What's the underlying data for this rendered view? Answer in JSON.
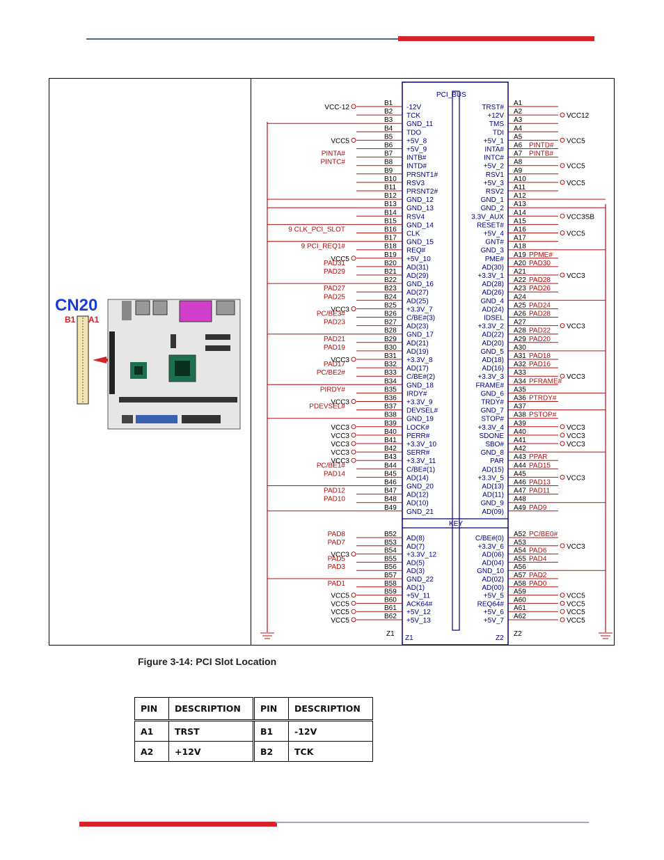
{
  "figure": {
    "caption": "Figure 3-14: PCI Slot Location",
    "board_label": "CN20",
    "board_pin_b1": "B1",
    "board_pin_a1": "A1",
    "schematic": {
      "title": "PCI_BUS",
      "key_label": "KEY",
      "z1": "Z1",
      "z2": "Z2",
      "z1_inner": "Z1",
      "z2_inner": "Z2",
      "b_pins": [
        [
          "B1",
          "-12V",
          "VCC-12"
        ],
        [
          "B2",
          "TCK",
          ""
        ],
        [
          "B3",
          "GND_11",
          ""
        ],
        [
          "B4",
          "TDO",
          ""
        ],
        [
          "B5",
          "+5V_8",
          "VCC5"
        ],
        [
          "B6",
          "+5V_9",
          ""
        ],
        [
          "B7",
          "INTB#",
          "PINTA#"
        ],
        [
          "B8",
          "INTD#",
          "PINTC#"
        ],
        [
          "B9",
          "PRSNT1#",
          ""
        ],
        [
          "B10",
          "RSV3",
          ""
        ],
        [
          "B11",
          "PRSNT2#",
          ""
        ],
        [
          "B12",
          "GND_12",
          ""
        ],
        [
          "B13",
          "GND_13",
          ""
        ],
        [
          "B14",
          "RSV4",
          ""
        ],
        [
          "B15",
          "GND_14",
          ""
        ],
        [
          "B16",
          "CLK",
          "9 CLK_PCI_SLOT"
        ],
        [
          "B17",
          "GND_15",
          ""
        ],
        [
          "B18",
          "REQ#",
          "9 PCI_REQ1#"
        ],
        [
          "B19",
          "+5V_10",
          "VCC5"
        ],
        [
          "B20",
          "AD(31)",
          "PAD31"
        ],
        [
          "B21",
          "AD(29)",
          "PAD29"
        ],
        [
          "B22",
          "GND_16",
          ""
        ],
        [
          "B23",
          "AD(27)",
          "PAD27"
        ],
        [
          "B24",
          "AD(25)",
          "PAD25"
        ],
        [
          "B25",
          "+3.3V_7",
          "VCC3"
        ],
        [
          "B26",
          "C/BE#(3)",
          "PC/BE3#"
        ],
        [
          "B27",
          "AD(23)",
          "PAD23"
        ],
        [
          "B28",
          "GND_17",
          ""
        ],
        [
          "B29",
          "AD(21)",
          "PAD21"
        ],
        [
          "B30",
          "AD(19)",
          "PAD19"
        ],
        [
          "B31",
          "+3.3V_8",
          "VCC3"
        ],
        [
          "B32",
          "AD(17)",
          "PAD17"
        ],
        [
          "B33",
          "C/BE#(2)",
          "PC/BE2#"
        ],
        [
          "B34",
          "GND_18",
          ""
        ],
        [
          "B35",
          "IRDY#",
          "PIRDY#"
        ],
        [
          "B36",
          "+3.3V_9",
          "VCC3"
        ],
        [
          "B37",
          "DEVSEL#",
          "PDEVSEL#"
        ],
        [
          "B38",
          "GND_19",
          ""
        ],
        [
          "B39",
          "LOCK#",
          "VCC3"
        ],
        [
          "B40",
          "PERR#",
          "VCC3"
        ],
        [
          "B41",
          "+3.3V_10",
          "VCC3"
        ],
        [
          "B42",
          "SERR#",
          "VCC3"
        ],
        [
          "B43",
          "+3.3V_11",
          "VCC3"
        ],
        [
          "B44",
          "C/BE#(1)",
          "PC/BE1#"
        ],
        [
          "B45",
          "AD(14)",
          "PAD14"
        ],
        [
          "B46",
          "GND_20",
          ""
        ],
        [
          "B47",
          "AD(12)",
          "PAD12"
        ],
        [
          "B48",
          "AD(10)",
          "PAD10"
        ],
        [
          "B49",
          "GND_21",
          ""
        ],
        [
          "B52",
          "AD(8)",
          "PAD8"
        ],
        [
          "B53",
          "AD(7)",
          "PAD7"
        ],
        [
          "B54",
          "+3.3V_12",
          "VCC3"
        ],
        [
          "B55",
          "AD(5)",
          "PAD5"
        ],
        [
          "B56",
          "AD(3)",
          "PAD3"
        ],
        [
          "B57",
          "GND_22",
          ""
        ],
        [
          "B58",
          "AD(1)",
          "PAD1"
        ],
        [
          "B59",
          "+5V_11",
          "VCC5"
        ],
        [
          "B60",
          "ACK64#",
          "VCC5"
        ],
        [
          "B61",
          "+5V_12",
          "VCC5"
        ],
        [
          "B62",
          "+5V_13",
          "VCC5"
        ]
      ],
      "a_pins": [
        [
          "A1",
          "TRST#",
          ""
        ],
        [
          "A2",
          "+12V",
          "VCC12"
        ],
        [
          "A3",
          "TMS",
          ""
        ],
        [
          "A4",
          "TDI",
          ""
        ],
        [
          "A5",
          "+5V_1",
          "VCC5"
        ],
        [
          "A6",
          "INTA#",
          "PINTD#"
        ],
        [
          "A7",
          "INTC#",
          "PINTB#"
        ],
        [
          "A8",
          "+5V_2",
          "VCC5"
        ],
        [
          "A9",
          "RSV1",
          ""
        ],
        [
          "A10",
          "+5V_3",
          "VCC5"
        ],
        [
          "A11",
          "RSV2",
          ""
        ],
        [
          "A12",
          "GND_1",
          ""
        ],
        [
          "A13",
          "GND_2",
          ""
        ],
        [
          "A14",
          "3.3V_AUX",
          "VCC3SB"
        ],
        [
          "A15",
          "RESET#",
          ""
        ],
        [
          "A16",
          "+5V_4",
          "VCC5"
        ],
        [
          "A17",
          "GNT#",
          ""
        ],
        [
          "A18",
          "GND_3",
          ""
        ],
        [
          "A19",
          "PME#",
          "PPME#"
        ],
        [
          "A20",
          "AD(30)",
          "PAD30"
        ],
        [
          "A21",
          "+3.3V_1",
          "VCC3"
        ],
        [
          "A22",
          "AD(28)",
          "PAD28"
        ],
        [
          "A23",
          "AD(26)",
          "PAD26"
        ],
        [
          "A24",
          "GND_4",
          ""
        ],
        [
          "A25",
          "AD(24)",
          "PAD24"
        ],
        [
          "A26",
          "IDSEL",
          "PAD28"
        ],
        [
          "A27",
          "+3.3V_2",
          "VCC3"
        ],
        [
          "A28",
          "AD(22)",
          "PAD22"
        ],
        [
          "A29",
          "AD(20)",
          "PAD20"
        ],
        [
          "A30",
          "GND_5",
          ""
        ],
        [
          "A31",
          "AD(18)",
          "PAD18"
        ],
        [
          "A32",
          "AD(16)",
          "PAD16"
        ],
        [
          "A33",
          "+3.3V_3",
          "VCC3"
        ],
        [
          "A34",
          "FRAME#",
          "PFRAME#"
        ],
        [
          "A35",
          "GND_6",
          ""
        ],
        [
          "A36",
          "TRDY#",
          "PTRDY#"
        ],
        [
          "A37",
          "GND_7",
          ""
        ],
        [
          "A38",
          "STOP#",
          "PSTOP#"
        ],
        [
          "A39",
          "+3.3V_4",
          "VCC3"
        ],
        [
          "A40",
          "SDONE",
          "VCC3"
        ],
        [
          "A41",
          "SBO#",
          "VCC3"
        ],
        [
          "A42",
          "GND_8",
          ""
        ],
        [
          "A43",
          "PAR",
          "PPAR"
        ],
        [
          "A44",
          "AD(15)",
          "PAD15"
        ],
        [
          "A45",
          "+3.3V_5",
          "VCC3"
        ],
        [
          "A46",
          "AD(13)",
          "PAD13"
        ],
        [
          "A47",
          "AD(11)",
          "PAD11"
        ],
        [
          "A48",
          "GND_9",
          ""
        ],
        [
          "A49",
          "AD(09)",
          "PAD9"
        ],
        [
          "A52",
          "C/BE#(0)",
          "PC/BE0#"
        ],
        [
          "A53",
          "+3.3V_6",
          "VCC3"
        ],
        [
          "A54",
          "AD(06)",
          "PAD6"
        ],
        [
          "A55",
          "AD(04)",
          "PAD4"
        ],
        [
          "A56",
          "GND_10",
          ""
        ],
        [
          "A57",
          "AD(02)",
          "PAD2"
        ],
        [
          "A58",
          "AD(00)",
          "PAD0"
        ],
        [
          "A59",
          "+5V_5",
          "VCC5"
        ],
        [
          "A60",
          "REQ64#",
          "VCC5"
        ],
        [
          "A61",
          "+5V_6",
          "VCC5"
        ],
        [
          "A62",
          "+5V_7",
          "VCC5"
        ]
      ]
    }
  },
  "table": {
    "headers": [
      "PIN",
      "DESCRIPTION",
      "PIN",
      "DESCRIPTION"
    ],
    "rows": [
      [
        "A1",
        "TRST",
        "B1",
        "-12V"
      ],
      [
        "A2",
        "+12V",
        "B2",
        "TCK"
      ]
    ]
  },
  "colors": {
    "accent_red": "#d8222a",
    "rule_gray": "#4d6585",
    "schematic_dark": "#000080",
    "net_red": "#b01010"
  }
}
